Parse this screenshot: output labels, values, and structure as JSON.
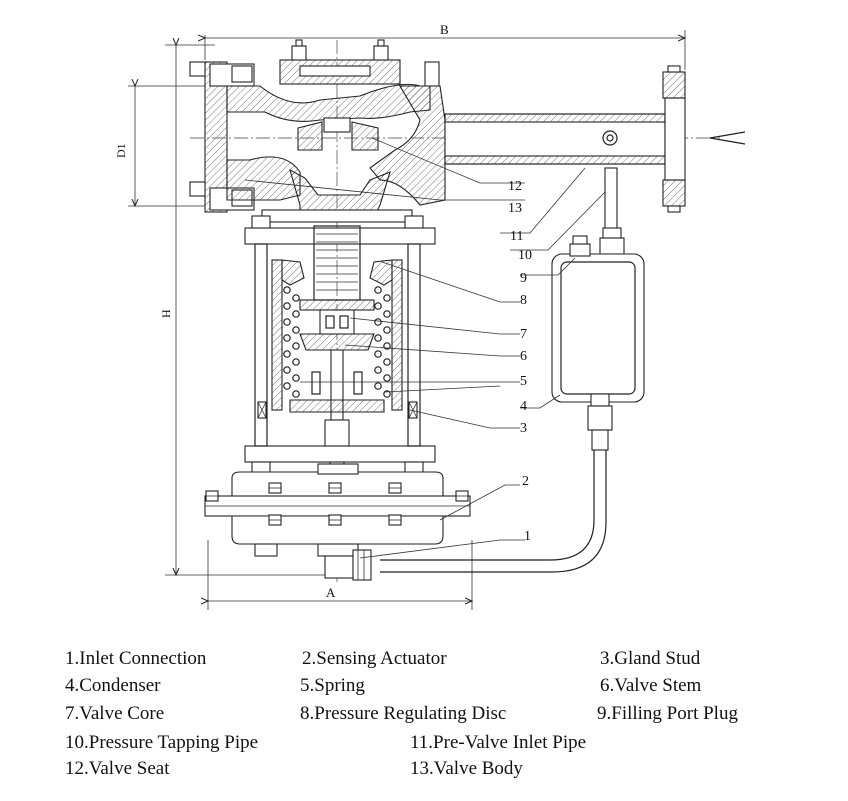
{
  "dimensions": {
    "b": "B",
    "d1": "D1",
    "h": "H",
    "a": "A"
  },
  "callout_numbers": [
    "1",
    "2",
    "3",
    "4",
    "5",
    "6",
    "7",
    "8",
    "9",
    "10",
    "11",
    "12",
    "13"
  ],
  "legend": [
    "1.Inlet Connection",
    "2.Sensing Actuator",
    "3.Gland Stud",
    "4.Condenser",
    "5.Spring",
    "6.Valve Stem",
    "7.Valve Core",
    "8.Pressure Regulating Disc",
    "9.Filling Port Plug",
    "10.Pressure Tapping Pipe",
    "11.Pre-Valve Inlet Pipe",
    "12.Valve Seat",
    "13.Valve Body"
  ]
}
